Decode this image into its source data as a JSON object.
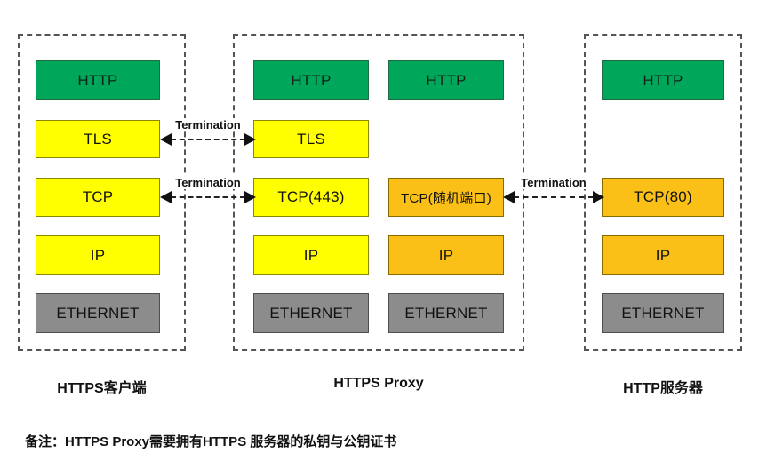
{
  "diagram": {
    "zones": [
      {
        "id": "client",
        "caption": "HTTPS客户端"
      },
      {
        "id": "proxy",
        "caption": "HTTPS Proxy"
      },
      {
        "id": "server",
        "caption": "HTTP服务器"
      }
    ],
    "stacks": {
      "client": {
        "http": "HTTP",
        "tls": "TLS",
        "tcp": "TCP",
        "ip": "IP",
        "ethernet": "ETHERNET"
      },
      "proxy_left": {
        "http": "HTTP",
        "tls": "TLS",
        "tcp": "TCP(443)",
        "ip": "IP",
        "ethernet": "ETHERNET"
      },
      "proxy_right": {
        "http": "HTTP",
        "tcp": "TCP(随机端口)",
        "ip": "IP",
        "ethernet": "ETHERNET"
      },
      "server": {
        "http": "HTTP",
        "tcp": "TCP(80)",
        "ip": "IP",
        "ethernet": "ETHERNET"
      }
    },
    "connectors": [
      {
        "id": "tls",
        "label": "Termination"
      },
      {
        "id": "tcp",
        "label": "Termination"
      },
      {
        "id": "srv",
        "label": "Termination"
      }
    ],
    "footer_note": "备注：HTTPS Proxy需要拥有HTTPS 服务器的私钥与公钥证书",
    "colors": {
      "application": "#00A65A",
      "secure": "#FFFF00",
      "plain": "#FAC017",
      "link": "#8C8C8C",
      "zone_border": "#555555",
      "connector": "#111111"
    }
  }
}
